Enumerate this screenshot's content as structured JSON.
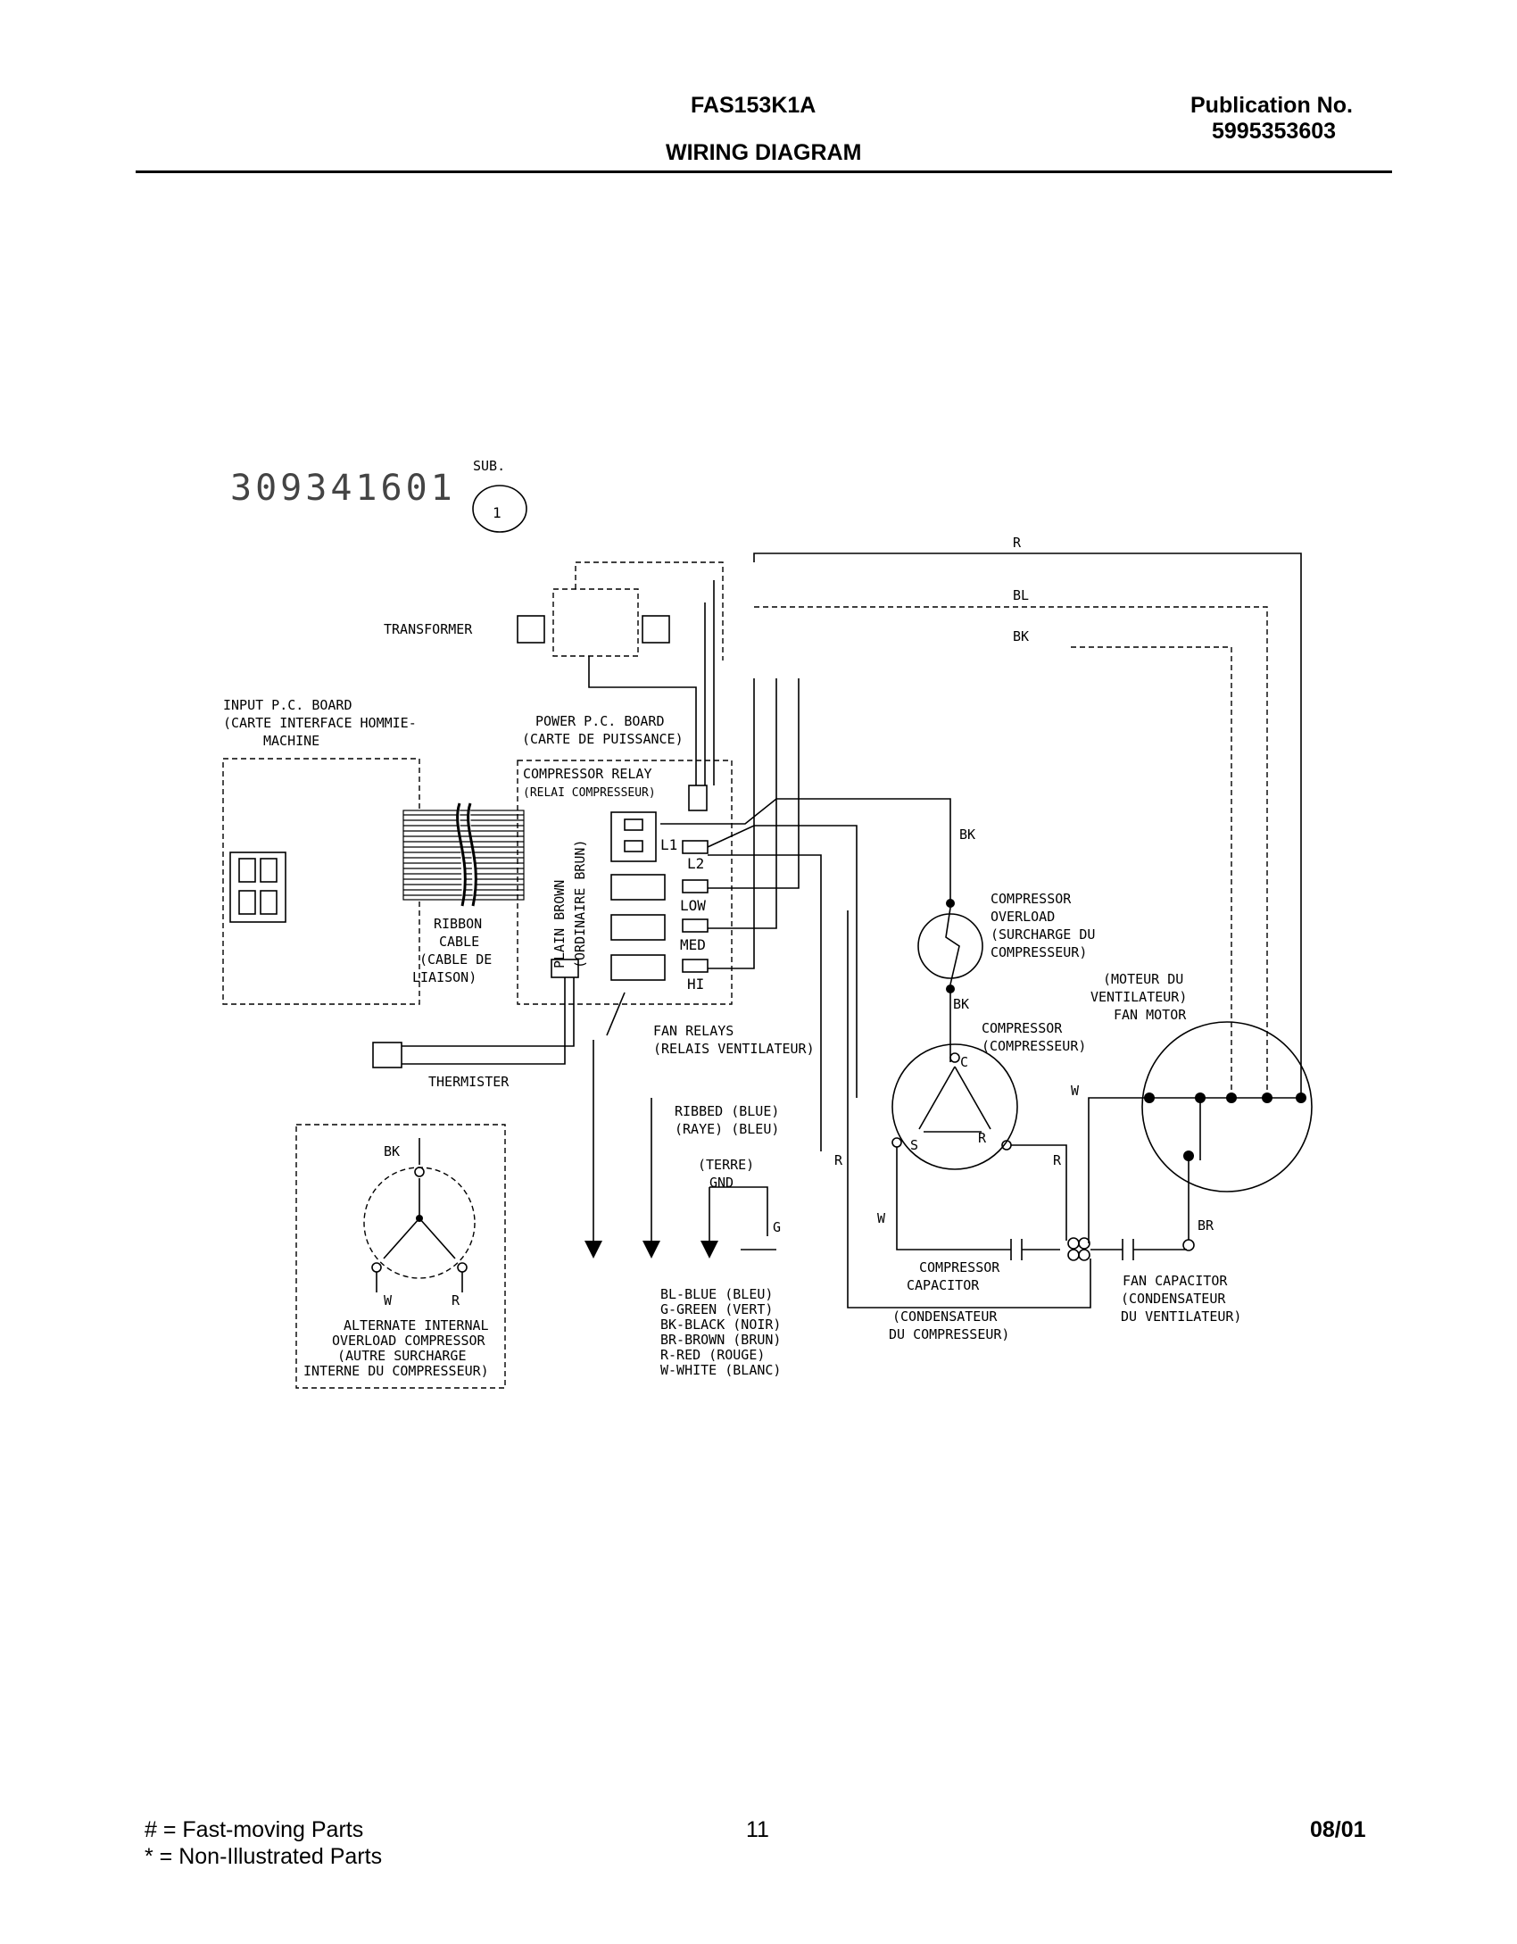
{
  "header": {
    "model": "FAS153K1A",
    "title": "WIRING DIAGRAM",
    "publication_label": "Publication No.",
    "publication_number": "5995353603"
  },
  "diagram": {
    "part_number": "309341601",
    "sub_label": "SUB.",
    "sub_number": "1",
    "transformer": "TRANSFORMER",
    "input_board": [
      "INPUT P.C. BOARD",
      "(CARTE INTERFACE HOMMIE-",
      "MACHINE"
    ],
    "power_board": [
      "POWER P.C. BOARD",
      "(CARTE DE PUISSANCE)"
    ],
    "compressor_relay": [
      "COMPRESSOR RELAY",
      "(RELAI COMPRESSEUR)"
    ],
    "plain_brown": [
      "PLAIN BROWN",
      "(ORDINAIRE BRUN)"
    ],
    "ribbon_cable": [
      "RIBBON",
      "CABLE",
      "(CABLE DE",
      "LIAISON)"
    ],
    "terminals": {
      "l1": "L1",
      "l2": "L2",
      "low": "LOW",
      "med": "MED",
      "hi": "HI"
    },
    "fan_relays": [
      "FAN RELAYS",
      "(RELAIS VENTILATEUR)"
    ],
    "thermister": "THERMISTER",
    "compressor_overload": [
      "COMPRESSOR",
      "OVERLOAD",
      "(SURCHARGE DU",
      "COMPRESSEUR)"
    ],
    "compressor": [
      "COMPRESSOR",
      "(COMPRESSEUR)"
    ],
    "fan_motor": [
      "(MOTEUR DU",
      "VENTILATEUR)",
      "FAN MOTOR"
    ],
    "ribbed": [
      "RIBBED (BLUE)",
      "(RAYE) (BLEU)"
    ],
    "ground": [
      "(TERRE)",
      "GND"
    ],
    "compressor_capacitor": [
      "COMPRESSOR",
      "CAPACITOR"
    ],
    "condensateur_compresseur": [
      "(CONDENSATEUR",
      "DU COMPRESSEUR)"
    ],
    "fan_capacitor": [
      "FAN CAPACITOR",
      "(CONDENSATEUR",
      "DU VENTILATEUR)"
    ],
    "alternate_overload": [
      "ALTERNATE INTERNAL",
      "OVERLOAD COMPRESSOR",
      "(AUTRE SURCHARGE",
      "INTERNE DU COMPRESSEUR)"
    ],
    "color_legend": [
      "BL-BLUE (BLEU)",
      "G-GREEN (VERT)",
      "BK-BLACK (NOIR)",
      "BR-BROWN (BRUN)",
      "R-RED (ROUGE)",
      "W-WHITE (BLANC)"
    ],
    "wire_codes": {
      "r": "R",
      "bl": "BL",
      "bk": "BK",
      "w": "W",
      "br": "BR",
      "g": "G",
      "c": "C",
      "s": "S"
    }
  },
  "footer": {
    "legend_fast": "# = Fast-moving Parts",
    "legend_non": "* = Non-Illustrated Parts",
    "page": "11",
    "date": "08/01"
  }
}
